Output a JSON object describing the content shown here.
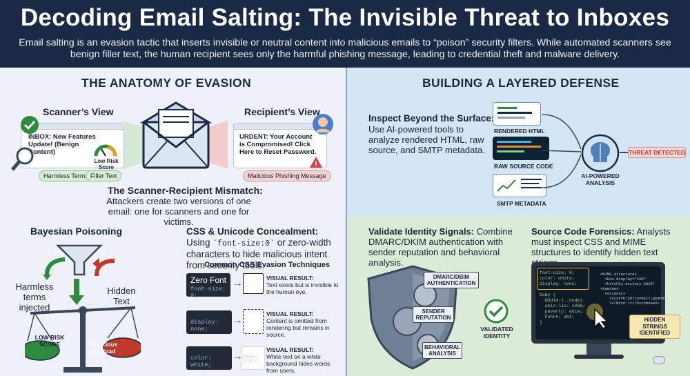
{
  "header": {
    "title": "Decoding Email Salting: The Invisible Threat to Inboxes",
    "subtitle": "Email salting is an evasion tactic that inserts invisible or neutral content into malicious emails to “poison” security filters. While automated scanners see benign filler text, the human recipient sees only the harmful phishing message, leading to credential theft and malware delivery."
  },
  "anatomy": {
    "heading": "THE ANATOMY OF EVASION",
    "scanner": {
      "title": "Scanner’s View",
      "inbox_text": "INBOX: New Features Update! (Benign Content)",
      "gauge_label": "Low Risk Score",
      "tags": [
        "Harmless Terms",
        "Filler Text"
      ]
    },
    "recipient": {
      "title": "Recipient’s View",
      "text": "URDENT: Your Account is Compromised! Click Here to Reset Password.",
      "tag": "Malicious Phishing Message"
    },
    "mismatch_title": "The Scanner-Recipient Mismatch:",
    "mismatch_text": "Attackers create two versions of one email: one for scanners and one for victims.",
    "bayesian": {
      "title": "Bayesian Poisoning",
      "left_label": "Harmless terms injected",
      "right_label": "Hidden Text",
      "left_pan": "LOW RISK SCORE",
      "right_pan": "Malicious Payload"
    },
    "css": {
      "title": "CSS & Unicode Concealment:",
      "text_a": " Using ",
      "code_a": "`font-size:0`",
      "text_b": " or zero-width characters to hide malicious intent from security tools.",
      "techniques_title": "Common CSS Evasion Techniques",
      "rows": [
        {
          "name": "Zero Font",
          "code": "font-size: 0;",
          "result_label": "VISUAL RESULT:",
          "result_text": "Text exists but is invisible to the human eye.",
          "preview": ""
        },
        {
          "name": "",
          "code": "display: none;",
          "result_label": "VISUAL RESULT:",
          "result_text": "Content is omitted from rendering but remains in source.",
          "preview": ""
        },
        {
          "name": "",
          "code": "color: white;",
          "result_label": "VISUAL RESULT:",
          "result_text": "White text on a white background hides words from users.",
          "preview": "HIDDEN WORDS"
        }
      ]
    }
  },
  "defense": {
    "heading": "BUILDING A LAYERED DEFENSE",
    "inspect_title": "Inspect Beyond the Surface:",
    "inspect_text": "Use AI-powered tools to analyze rendered HTML, raw source, and SMTP metadata.",
    "doc_labels": [
      "RENDERED HTML",
      "RAW SOURCE CODE",
      "SMTP METADATA"
    ],
    "ai_label": "AI-POWERED ANALYSIS",
    "threat_label": "THREAT DETECTED",
    "validate_title": "Validate Identity Signals:",
    "validate_text": " Combine DMARC/DKIM authentication with sender reputation and behavioral analysis.",
    "gear_labels": [
      "DMARC/DBIM AUTHENTICATION",
      "SENDER REPUTATION",
      "BEHAVIORAL ANALYSIS"
    ],
    "validated_label": "VALIDATED IDENTITY",
    "forensics_title": "Source Code Forensics:",
    "forensics_text": " Analysts must inspect CSS and MIME structures to identify hidden text strings.",
    "hidden_label": "HIDDEN STRINGS IDENTIFIED",
    "code_left": [
      "font-size: 0;",
      "color: white;",
      "display: none;",
      "",
      "body {",
      "  @ddim-l .node)",
      "  abiz-lis: 100m;",
      "  pavarty: abia;",
      "  Cnhrh: 2mt;",
      "}"
    ],
    "code_right": [
      "<MIME structure>",
      "  <box-display=\"150\"",
      "  <hi=chhi-Seiinty-2020'",
      "<Kamines",
      "  <diconsc>",
      "    <ccst=h;shrin=0&lt;gomnnnt",
      "    ></bctn:ltr/Dtcvnnesk>"
    ]
  },
  "colors": {
    "navy": "#1b2a44",
    "red": "#c0392b",
    "green": "#2e8b3e",
    "accent_red": "#d64545"
  },
  "icons": [
    "check-icon",
    "magnifier-icon",
    "envelope-icon",
    "user-avatar-icon",
    "warning-icon",
    "funnel-icon",
    "scale-icon",
    "brain-icon",
    "gear-icon",
    "shield-icon",
    "monitor-icon",
    "cursor-icon"
  ]
}
